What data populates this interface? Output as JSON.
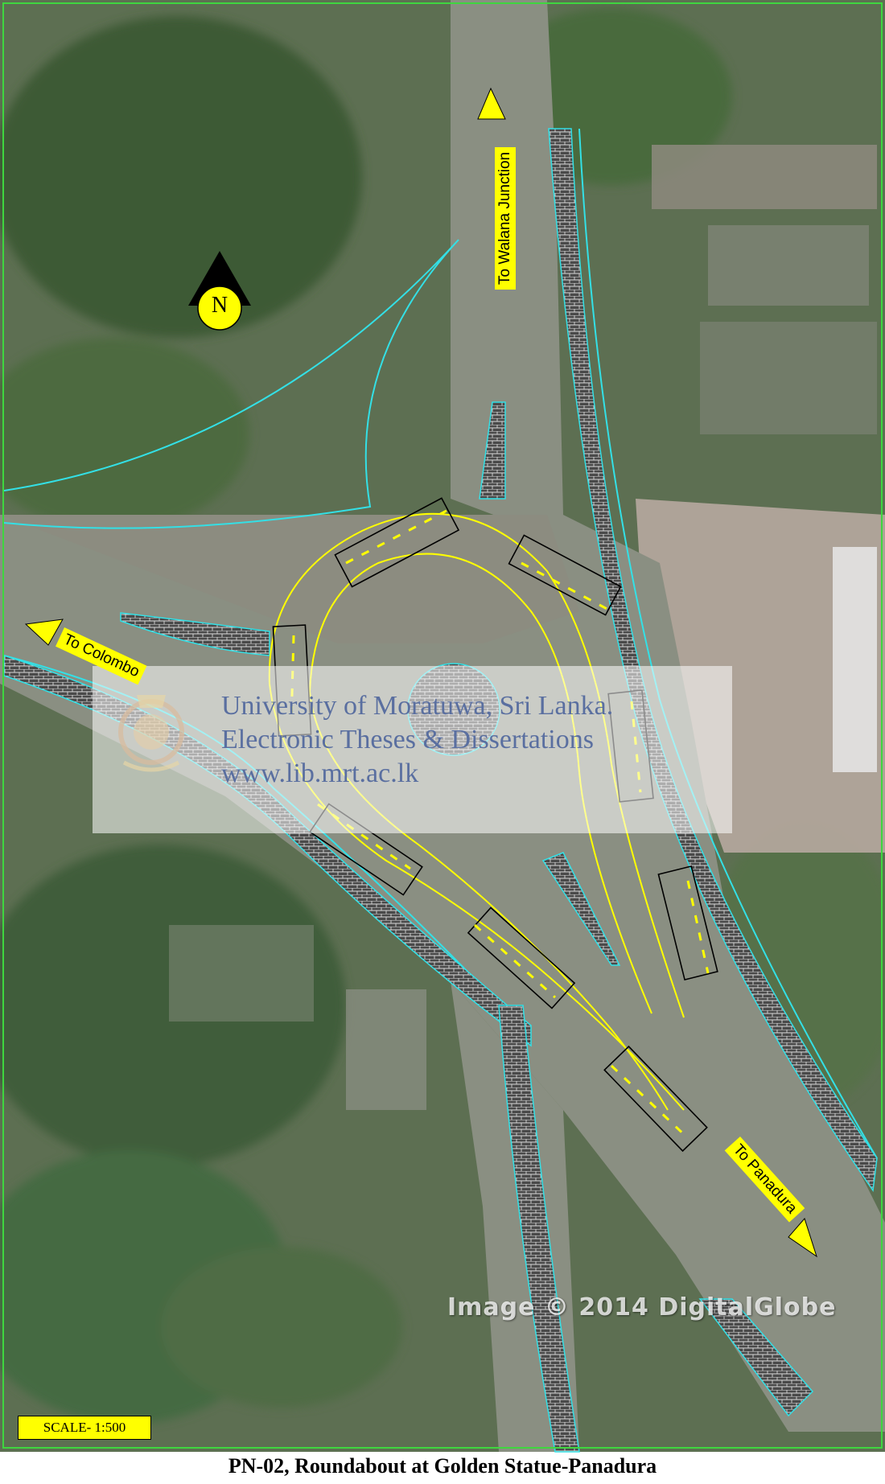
{
  "map": {
    "caption": "PN-02, Roundabout at Golden Statue-Panadura",
    "scale_label": "SCALE- 1:500",
    "north_label": "N",
    "directions": {
      "walana": "To Walana Junction",
      "colombo": "To Colombo",
      "panadura": "To Panadura"
    },
    "watermark": {
      "line1": "University of Moratuwa, Sri Lanka.",
      "line2": "Electronic Theses & Dissertations",
      "line3": "www.lib.mrt.ac.lk"
    },
    "imagery_credit": "Image © 2014 DigitalGlobe",
    "colors": {
      "kerb_outline": "#33e0e6",
      "vehicle_path": "#ffff00",
      "label_fill": "#ffff00",
      "frame": "#3fd63f"
    }
  }
}
